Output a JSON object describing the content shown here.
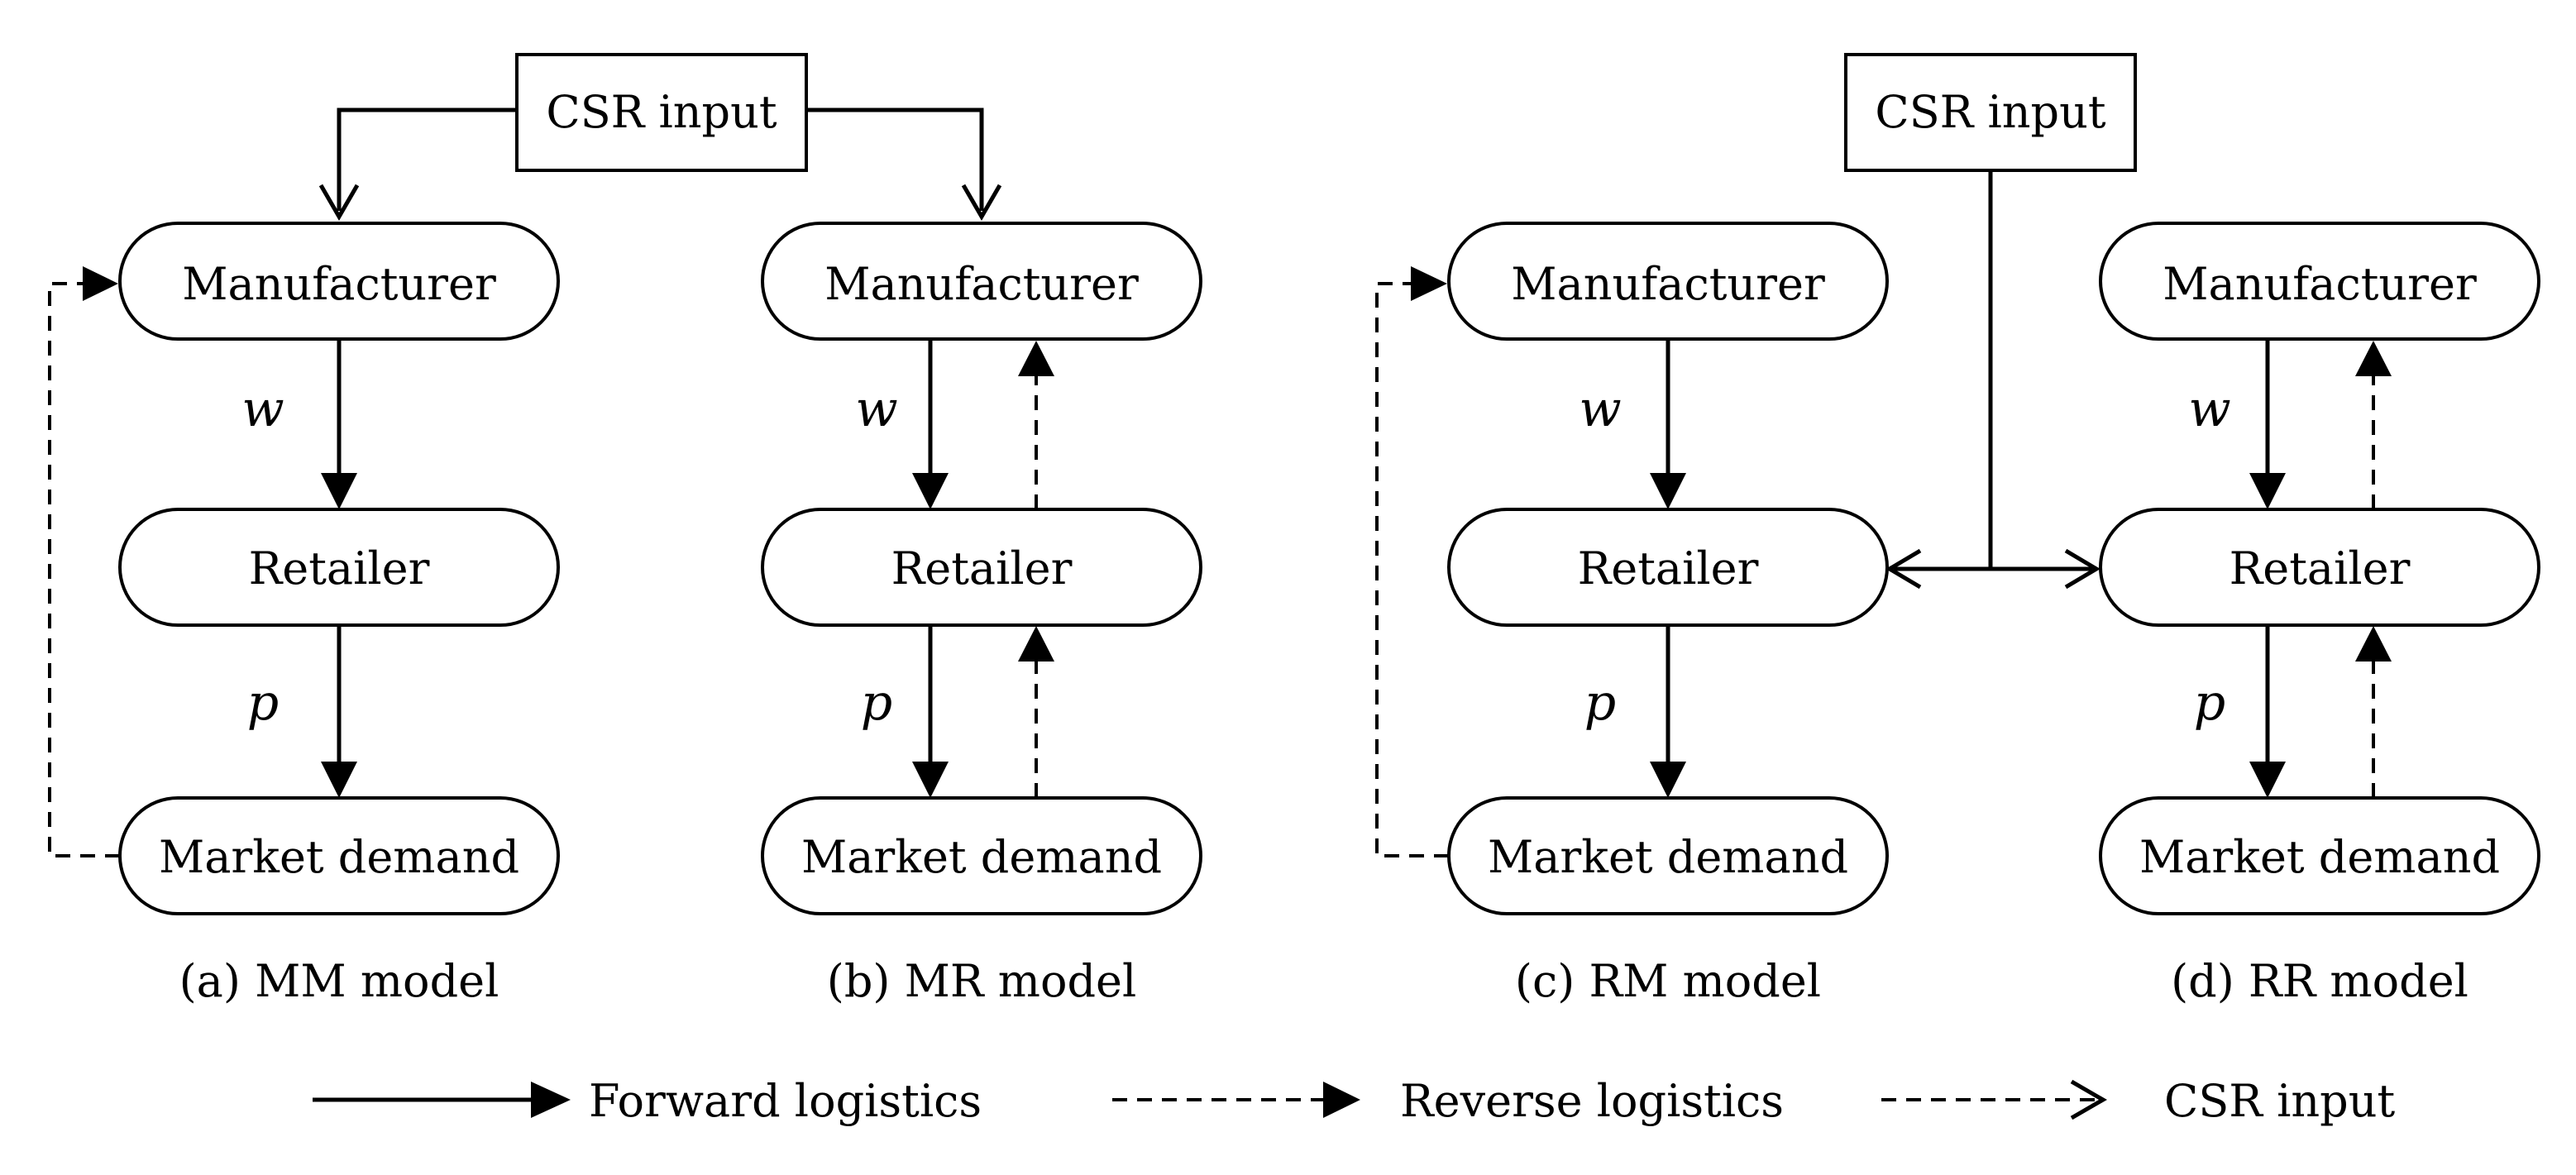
{
  "nodes": {
    "manufacturer": "Manufacturer",
    "retailer": "Retailer",
    "market_demand": "Market demand",
    "csr_input": "CSR input"
  },
  "variables": {
    "wholesale": "w",
    "price": "p"
  },
  "captions": {
    "a": "(a) MM model",
    "b": "(b) MR model",
    "c": "(c) RM model",
    "d": "(d) RR model"
  },
  "legend": {
    "forward": "Forward logistics",
    "reverse": "Reverse logistics",
    "csr": "CSR input"
  }
}
